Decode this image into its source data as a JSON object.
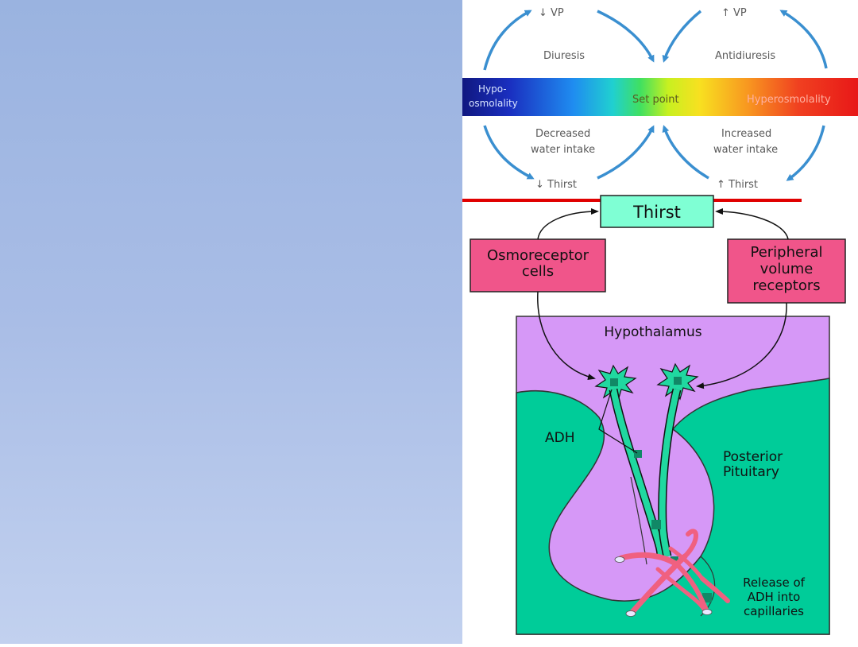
{
  "cycle": {
    "top_left_label": "↓ VP",
    "top_right_label": "↑ VP",
    "diuresis": "Diuresis",
    "antidiuresis": "Antidiuresis",
    "hypo_line1": "Hypo-",
    "hypo_line2": "osmolality",
    "set_point": "Set point",
    "hyper": "Hyperosmolality",
    "decreased_line1": "Decreased",
    "decreased_line2": "water intake",
    "increased_line1": "Increased",
    "increased_line2": "water intake",
    "bottom_left_label": "↓ Thirst",
    "bottom_right_label": "↑ Thirst"
  },
  "lower": {
    "thirst": "Thirst",
    "osmo_line1": "Osmoreceptor",
    "osmo_line2": "cells",
    "periph_line1": "Peripheral",
    "periph_line2": "volume",
    "periph_line3": "receptors",
    "hypothalamus": "Hypothalamus",
    "adh": "ADH",
    "posterior_line1": "Posterior",
    "posterior_line2": "Pituitary",
    "release_line1": "Release of",
    "release_line2": "ADH into",
    "release_line3": "capillaries"
  },
  "colors": {
    "left_panel_top": "#9ab3e0",
    "left_panel_bottom": "#c2d1ef",
    "arrow_blue": "#3a8fd0",
    "red_line": "#e00000",
    "thirst_box": "#7fffd4",
    "pink_box": "#f0558a",
    "hypothalamus_purple": "#d698f7",
    "pituitary_green": "#00cc99",
    "capillary_pink": "#f06080"
  }
}
